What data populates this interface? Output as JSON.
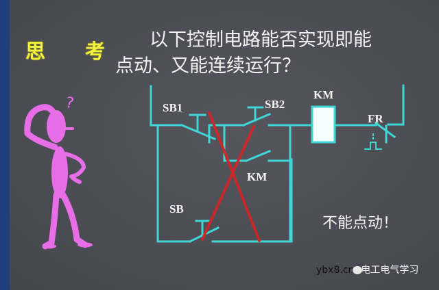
{
  "slide": {
    "heading": [
      "思",
      "考"
    ],
    "question_line1": "以下控制电路能否实现即能",
    "question_line2": "点动、又能连续运行？",
    "answer": "不能点动！",
    "watermark": {
      "site": "ybx8.cn",
      "name": "电工电气学习"
    }
  },
  "diagram": {
    "labels": {
      "sb1": "SB1",
      "sb2": "SB2",
      "km_coil": "KM",
      "fr": "FR",
      "km_contact": "KM",
      "sb": "SB"
    },
    "colors": {
      "wire": "#3fd6d6",
      "cross": "#d42525",
      "coil_fill": "#f4ffff",
      "figure": "#e86ee8",
      "heading": "#f2f23a",
      "background": "#4c4d54",
      "left_band": "#1f3f7a"
    },
    "annotation": "red-cross-over-SB-and-KM-branch"
  }
}
